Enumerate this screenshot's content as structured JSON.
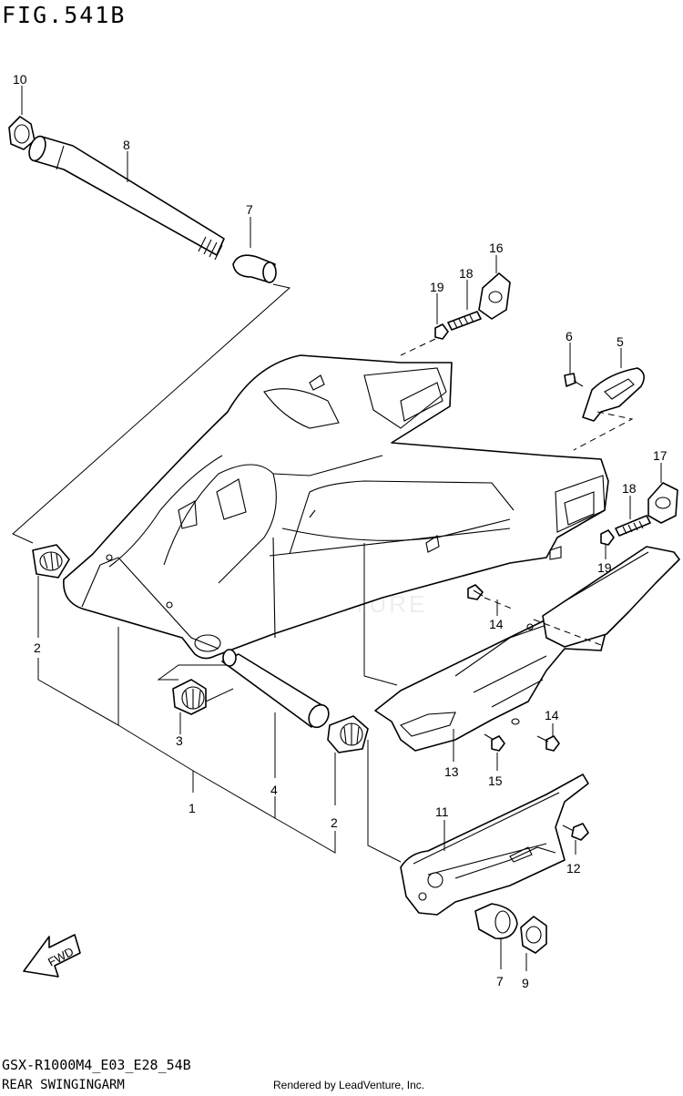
{
  "figure": {
    "title": "FIG.541B",
    "model_code": "GSX-R1000M4_E03_E28_54B",
    "name": "REAR SWINGINGARM",
    "credit": "Rendered by LeadVenture, Inc.",
    "watermark": "ADVENTURE",
    "fwd_label": "FWD"
  },
  "callouts": [
    {
      "id": "c10",
      "label": "10"
    },
    {
      "id": "c8",
      "label": "8"
    },
    {
      "id": "c7a",
      "label": "7"
    },
    {
      "id": "c16",
      "label": "16"
    },
    {
      "id": "c18a",
      "label": "18"
    },
    {
      "id": "c19a",
      "label": "19"
    },
    {
      "id": "c6",
      "label": "6"
    },
    {
      "id": "c5",
      "label": "5"
    },
    {
      "id": "c17",
      "label": "17"
    },
    {
      "id": "c18b",
      "label": "18"
    },
    {
      "id": "c19b",
      "label": "19"
    },
    {
      "id": "c2a",
      "label": "2"
    },
    {
      "id": "c14a",
      "label": "14"
    },
    {
      "id": "c3",
      "label": "3"
    },
    {
      "id": "c14b",
      "label": "14"
    },
    {
      "id": "c13",
      "label": "13"
    },
    {
      "id": "c15",
      "label": "15"
    },
    {
      "id": "c1",
      "label": "1"
    },
    {
      "id": "c4",
      "label": "4"
    },
    {
      "id": "c2b",
      "label": "2"
    },
    {
      "id": "c11",
      "label": "11"
    },
    {
      "id": "c12",
      "label": "12"
    },
    {
      "id": "c7b",
      "label": "7"
    },
    {
      "id": "c9",
      "label": "9"
    }
  ]
}
